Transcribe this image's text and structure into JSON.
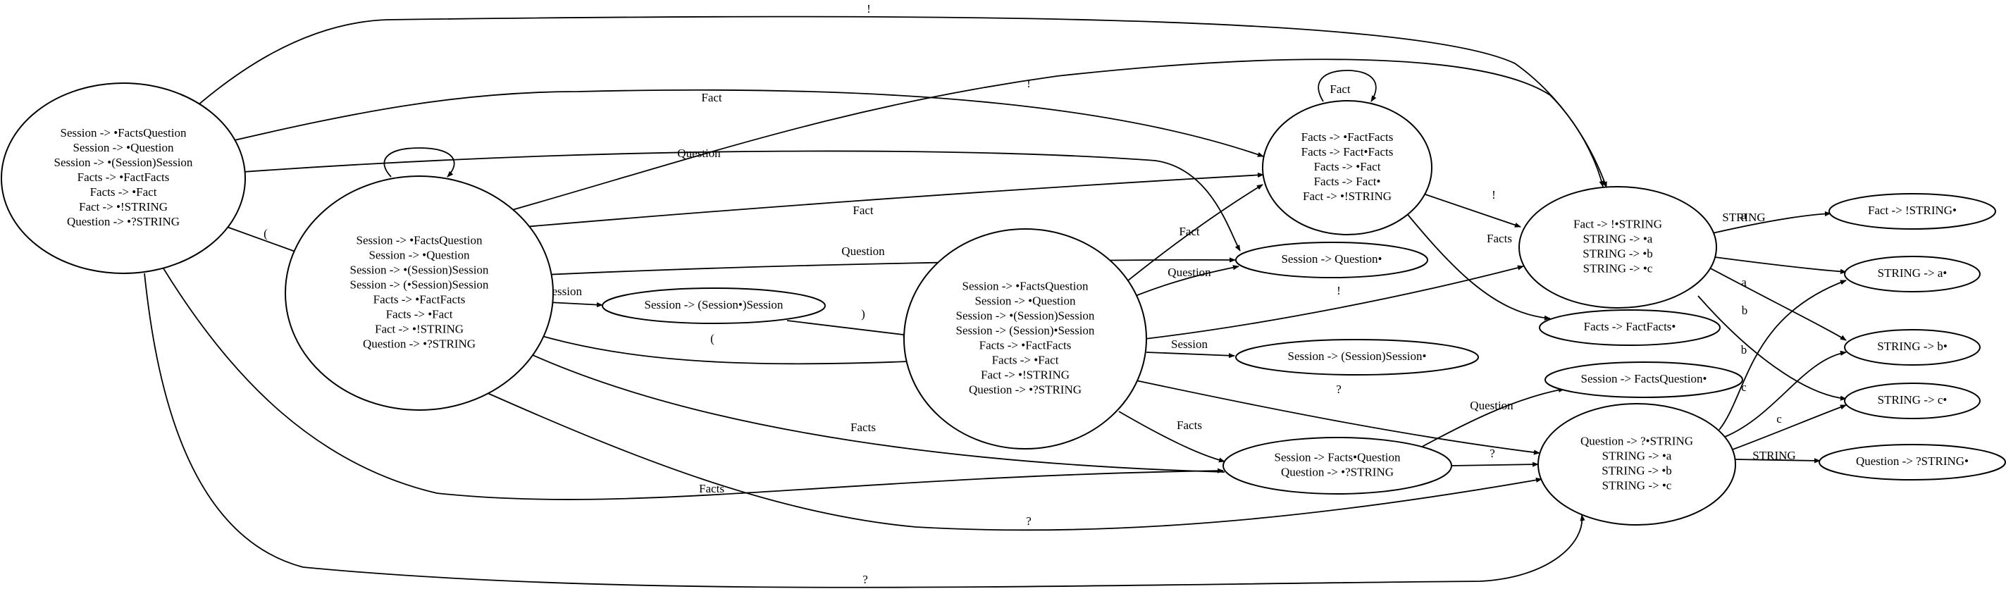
{
  "graph": {
    "nodes": [
      {
        "id": "s0",
        "lines": [
          "Session -> •FactsQuestion",
          "Session -> •Question",
          "Session -> •(Session)Session",
          "Facts -> •FactFacts",
          "Facts -> •Fact",
          "Fact -> •!STRING",
          "Question -> •?STRING"
        ]
      },
      {
        "id": "s1",
        "lines": [
          "Session -> •FactsQuestion",
          "Session -> •Question",
          "Session -> •(Session)Session",
          "Session -> (•Session)Session",
          "Facts -> •FactFacts",
          "Facts -> •Fact",
          "Fact -> •!STRING",
          "Question -> •?STRING"
        ]
      },
      {
        "id": "s2",
        "lines": [
          "Session -> (Session•)Session"
        ]
      },
      {
        "id": "s3",
        "lines": [
          "Session -> •FactsQuestion",
          "Session -> •Question",
          "Session -> •(Session)Session",
          "Session -> (Session)•Session",
          "Facts -> •FactFacts",
          "Facts -> •Fact",
          "Fact -> •!STRING",
          "Question -> •?STRING"
        ]
      },
      {
        "id": "s4",
        "lines": [
          "Facts -> •FactFacts",
          "Facts -> Fact•Facts",
          "Facts -> •Fact",
          "Facts -> Fact•",
          "Fact -> •!STRING"
        ]
      },
      {
        "id": "s5",
        "lines": [
          "Session -> Question•"
        ]
      },
      {
        "id": "s6",
        "lines": [
          "Session -> (Session)Session•"
        ]
      },
      {
        "id": "s7",
        "lines": [
          "Session -> Facts•Question",
          "Question -> •?STRING"
        ]
      },
      {
        "id": "s8",
        "lines": [
          "Fact -> !•STRING",
          "STRING -> •a",
          "STRING -> •b",
          "STRING -> •c"
        ]
      },
      {
        "id": "s9",
        "lines": [
          "Facts -> FactFacts•"
        ]
      },
      {
        "id": "s10",
        "lines": [
          "Session -> FactsQuestion•"
        ]
      },
      {
        "id": "s11",
        "lines": [
          "Question -> ?•STRING",
          "STRING -> •a",
          "STRING -> •b",
          "STRING -> •c"
        ]
      },
      {
        "id": "s12",
        "lines": [
          "Fact -> !STRING•"
        ]
      },
      {
        "id": "s13",
        "lines": [
          "STRING -> a•"
        ]
      },
      {
        "id": "s14",
        "lines": [
          "STRING -> b•"
        ]
      },
      {
        "id": "s15",
        "lines": [
          "STRING -> c•"
        ]
      },
      {
        "id": "s16",
        "lines": [
          "Question -> ?STRING•"
        ]
      }
    ],
    "edges": [
      {
        "from": "s0",
        "to": "s8",
        "label": "!"
      },
      {
        "from": "s0",
        "to": "s4",
        "label": "Fact"
      },
      {
        "from": "s0",
        "to": "s5",
        "label": "Question"
      },
      {
        "from": "s0",
        "to": "s1",
        "label": "("
      },
      {
        "from": "s0",
        "to": "s7",
        "label": "Facts"
      },
      {
        "from": "s0",
        "to": "s11",
        "label": "?"
      },
      {
        "from": "s1",
        "to": "s1",
        "label": "("
      },
      {
        "from": "s1",
        "to": "s8",
        "label": "!"
      },
      {
        "from": "s1",
        "to": "s4",
        "label": "Fact"
      },
      {
        "from": "s1",
        "to": "s5",
        "label": "Question"
      },
      {
        "from": "s1",
        "to": "s2",
        "label": "Session"
      },
      {
        "from": "s1",
        "to": "s11",
        "label": "?"
      },
      {
        "from": "s2",
        "to": "s3",
        "label": ")"
      },
      {
        "from": "s3",
        "to": "s1",
        "label": "("
      },
      {
        "from": "s3",
        "to": "s4",
        "label": "Fact"
      },
      {
        "from": "s3",
        "to": "s5",
        "label": "Question"
      },
      {
        "from": "s3",
        "to": "s8",
        "label": "!"
      },
      {
        "from": "s3",
        "to": "s6",
        "label": "Session"
      },
      {
        "from": "s3",
        "to": "s11",
        "label": "?"
      },
      {
        "from": "s3",
        "to": "s7",
        "label": "Facts"
      },
      {
        "from": "s7",
        "to": "s1",
        "label": "Facts"
      },
      {
        "from": "s4",
        "to": "s4",
        "label": "Fact"
      },
      {
        "from": "s4",
        "to": "s8",
        "label": "!"
      },
      {
        "from": "s4",
        "to": "s9",
        "label": "Facts"
      },
      {
        "from": "s7",
        "to": "s10",
        "label": "Question"
      },
      {
        "from": "s7",
        "to": "s11",
        "label": "?"
      },
      {
        "from": "s8",
        "to": "s12",
        "label": "STRING"
      },
      {
        "from": "s8",
        "to": "s13",
        "label": "a"
      },
      {
        "from": "s8",
        "to": "s14",
        "label": "b"
      },
      {
        "from": "s8",
        "to": "s15",
        "label": "c"
      },
      {
        "from": "s11",
        "to": "s13",
        "label": "a"
      },
      {
        "from": "s11",
        "to": "s14",
        "label": "b"
      },
      {
        "from": "s11",
        "to": "s15",
        "label": "c"
      },
      {
        "from": "s11",
        "to": "s16",
        "label": "STRING"
      }
    ]
  }
}
